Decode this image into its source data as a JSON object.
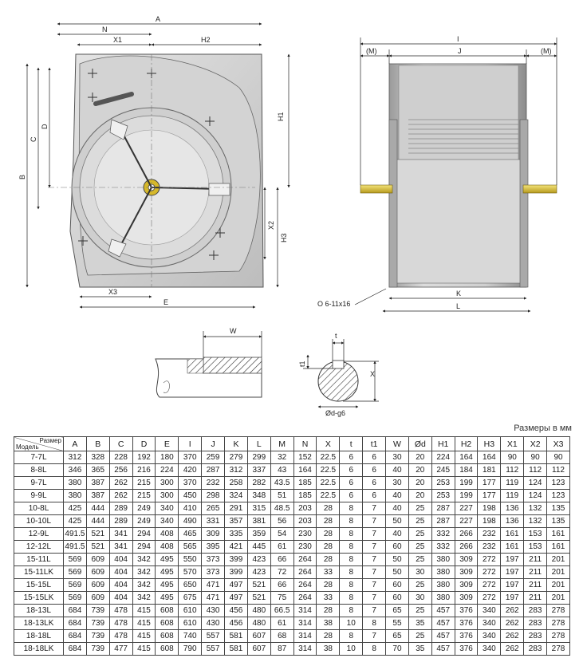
{
  "drawing_labels": {
    "A": "A",
    "N": "N",
    "X1": "X1",
    "H2": "H2",
    "H1": "H1",
    "D": "D",
    "C": "C",
    "B": "B",
    "X2": "X2",
    "H3": "H3",
    "X3": "X3",
    "E": "E",
    "I": "I",
    "M_left": "(M)",
    "J": "J",
    "M_right": "(M)",
    "K": "K",
    "L": "L",
    "holes": "O 6-11x16",
    "W": "W",
    "t": "t",
    "t1": "t1",
    "X": "X",
    "shaft": "Ød-g6"
  },
  "units_note": "Размеры в мм",
  "table": {
    "corner_top": "Размер",
    "corner_bottom": "Модель",
    "headers": [
      "A",
      "B",
      "C",
      "D",
      "E",
      "I",
      "J",
      "K",
      "L",
      "M",
      "N",
      "X",
      "t",
      "t1",
      "W",
      "Ød",
      "H1",
      "H2",
      "H3",
      "X1",
      "X2",
      "X3"
    ],
    "rows": [
      {
        "model": "7-7L",
        "values": [
          "312",
          "328",
          "228",
          "192",
          "180",
          "370",
          "259",
          "279",
          "299",
          "32",
          "152",
          "22.5",
          "6",
          "6",
          "30",
          "20",
          "224",
          "164",
          "164",
          "90",
          "90",
          "90"
        ]
      },
      {
        "model": "8-8L",
        "values": [
          "346",
          "365",
          "256",
          "216",
          "224",
          "420",
          "287",
          "312",
          "337",
          "43",
          "164",
          "22.5",
          "6",
          "6",
          "40",
          "20",
          "245",
          "184",
          "181",
          "112",
          "112",
          "112"
        ]
      },
      {
        "model": "9-7L",
        "values": [
          "380",
          "387",
          "262",
          "215",
          "300",
          "370",
          "232",
          "258",
          "282",
          "43.5",
          "185",
          "22.5",
          "6",
          "6",
          "30",
          "20",
          "253",
          "199",
          "177",
          "119",
          "124",
          "123"
        ]
      },
      {
        "model": "9-9L",
        "values": [
          "380",
          "387",
          "262",
          "215",
          "300",
          "450",
          "298",
          "324",
          "348",
          "51",
          "185",
          "22.5",
          "6",
          "6",
          "40",
          "20",
          "253",
          "199",
          "177",
          "119",
          "124",
          "123"
        ]
      },
      {
        "model": "10-8L",
        "values": [
          "425",
          "444",
          "289",
          "249",
          "340",
          "410",
          "265",
          "291",
          "315",
          "48.5",
          "203",
          "28",
          "8",
          "7",
          "40",
          "25",
          "287",
          "227",
          "198",
          "136",
          "132",
          "135"
        ]
      },
      {
        "model": "10-10L",
        "values": [
          "425",
          "444",
          "289",
          "249",
          "340",
          "490",
          "331",
          "357",
          "381",
          "56",
          "203",
          "28",
          "8",
          "7",
          "50",
          "25",
          "287",
          "227",
          "198",
          "136",
          "132",
          "135"
        ]
      },
      {
        "model": "12-9L",
        "values": [
          "491.5",
          "521",
          "341",
          "294",
          "408",
          "465",
          "309",
          "335",
          "359",
          "54",
          "230",
          "28",
          "8",
          "7",
          "40",
          "25",
          "332",
          "266",
          "232",
          "161",
          "153",
          "161"
        ]
      },
      {
        "model": "12-12L",
        "values": [
          "491.5",
          "521",
          "341",
          "294",
          "408",
          "565",
          "395",
          "421",
          "445",
          "61",
          "230",
          "28",
          "8",
          "7",
          "60",
          "25",
          "332",
          "266",
          "232",
          "161",
          "153",
          "161"
        ]
      },
      {
        "model": "15-11L",
        "values": [
          "569",
          "609",
          "404",
          "342",
          "495",
          "550",
          "373",
          "399",
          "423",
          "66",
          "264",
          "28",
          "8",
          "7",
          "50",
          "25",
          "380",
          "309",
          "272",
          "197",
          "211",
          "201"
        ]
      },
      {
        "model": "15-11LK",
        "values": [
          "569",
          "609",
          "404",
          "342",
          "495",
          "570",
          "373",
          "399",
          "423",
          "72",
          "264",
          "33",
          "8",
          "7",
          "50",
          "30",
          "380",
          "309",
          "272",
          "197",
          "211",
          "201"
        ]
      },
      {
        "model": "15-15L",
        "values": [
          "569",
          "609",
          "404",
          "342",
          "495",
          "650",
          "471",
          "497",
          "521",
          "66",
          "264",
          "28",
          "8",
          "7",
          "60",
          "25",
          "380",
          "309",
          "272",
          "197",
          "211",
          "201"
        ]
      },
      {
        "model": "15-15LK",
        "values": [
          "569",
          "609",
          "404",
          "342",
          "495",
          "675",
          "471",
          "497",
          "521",
          "75",
          "264",
          "33",
          "8",
          "7",
          "60",
          "30",
          "380",
          "309",
          "272",
          "197",
          "211",
          "201"
        ]
      },
      {
        "model": "18-13L",
        "values": [
          "684",
          "739",
          "478",
          "415",
          "608",
          "610",
          "430",
          "456",
          "480",
          "66.5",
          "314",
          "28",
          "8",
          "7",
          "65",
          "25",
          "457",
          "376",
          "340",
          "262",
          "283",
          "278"
        ]
      },
      {
        "model": "18-13LK",
        "values": [
          "684",
          "739",
          "478",
          "415",
          "608",
          "610",
          "430",
          "456",
          "480",
          "61",
          "314",
          "38",
          "10",
          "8",
          "55",
          "35",
          "457",
          "376",
          "340",
          "262",
          "283",
          "278"
        ]
      },
      {
        "model": "18-18L",
        "values": [
          "684",
          "739",
          "478",
          "415",
          "608",
          "740",
          "557",
          "581",
          "607",
          "68",
          "314",
          "28",
          "8",
          "7",
          "65",
          "25",
          "457",
          "376",
          "340",
          "262",
          "283",
          "278"
        ]
      },
      {
        "model": "18-18LK",
        "values": [
          "684",
          "739",
          "477",
          "415",
          "608",
          "790",
          "557",
          "581",
          "607",
          "87",
          "314",
          "38",
          "10",
          "8",
          "70",
          "35",
          "457",
          "376",
          "340",
          "262",
          "283",
          "278"
        ]
      }
    ]
  }
}
